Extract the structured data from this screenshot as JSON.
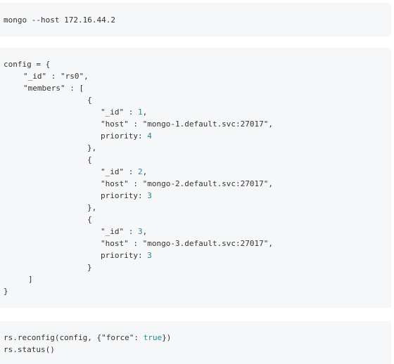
{
  "blocks": [
    {
      "lines": [
        "mongo --host 172.16.44.2"
      ]
    },
    {
      "header": [
        "config = {",
        "\"_id\" : \"rs0\",",
        "\"members\" : ["
      ],
      "members": [
        {
          "open": "{",
          "id_key": "\"_id\" : ",
          "id_val": "1",
          "id_tail": ",",
          "host_line": "\"host\" : \"mongo-1.default.svc:27017\",",
          "prio_key": "priority: ",
          "prio_val": "4",
          "close": "},"
        },
        {
          "open": "{",
          "id_key": "\"_id\" : ",
          "id_val": "2",
          "id_tail": ",",
          "host_line": "\"host\" : \"mongo-2.default.svc:27017\",",
          "prio_key": "priority: ",
          "prio_val": "3",
          "close": "},"
        },
        {
          "open": "{",
          "id_key": "\"_id\" : ",
          "id_val": "3",
          "id_tail": ",",
          "host_line": "\"host\" : \"mongo-3.default.svc:27017\",",
          "prio_key": "priority: ",
          "prio_val": "3",
          "close": "}"
        }
      ],
      "footer": [
        "]",
        "}"
      ]
    },
    {
      "reconfig_pre": "rs.reconfig(config, {\"force\": ",
      "reconfig_kw": "true",
      "reconfig_post": "})",
      "status_line": "rs.status()"
    }
  ]
}
